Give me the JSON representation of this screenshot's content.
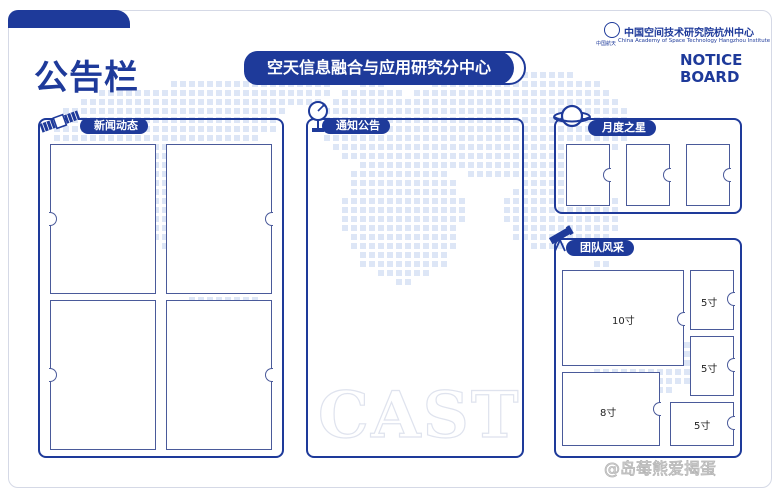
{
  "board_title": "公告栏",
  "banner_title": "空天信息融合与应用研究分中心",
  "logo": {
    "cn": "中国空间技术研究院杭州中心",
    "en": "China Academy of Space Technology Hangzhou Institute",
    "small": "中国航天"
  },
  "notice": {
    "line1": "NOTICE",
    "line2": "BOARD"
  },
  "sections": {
    "news": "新闻动态",
    "announcements": "通知公告",
    "stars": "月度之星",
    "team": "团队风采"
  },
  "team_slots": {
    "s10": "10寸",
    "s5a": "5寸",
    "s5b": "5寸",
    "s8": "8寸",
    "s5c": "5寸"
  },
  "watermark_cast": "CAST",
  "watermark": "@岛莓熊爱揭蛋",
  "colors": {
    "brand": "#1e3a9a",
    "map": "#dde6f6"
  }
}
